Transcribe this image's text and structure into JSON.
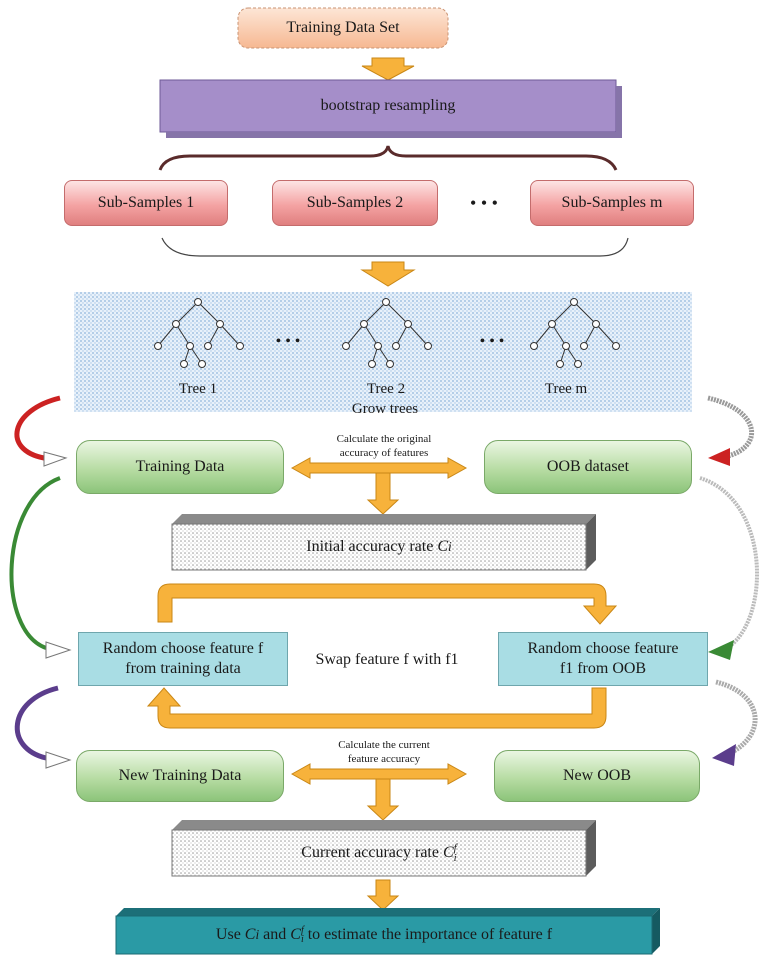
{
  "title_box": "Training Data Set",
  "bootstrap": "bootstrap resampling",
  "subsamples": [
    "Sub-Samples 1",
    "Sub-Samples 2",
    "Sub-Samples m"
  ],
  "dots": "• • •",
  "trees": [
    "Tree 1",
    "Tree 2",
    "Tree m"
  ],
  "tree_dots": "• • •",
  "grow": "Grow trees",
  "training_data": "Training Data",
  "oob_dataset": "OOB dataset",
  "calc_original": "Calculate the original accuracy of features",
  "initial_rate": "Initial accuracy rate",
  "initial_rate_var": "C",
  "initial_rate_sub": "i",
  "random_f": "Random choose feature f from training data",
  "swap": "Swap feature f with f1",
  "random_f1": "Random choose feature f1 from OOB",
  "calc_current": "Calculate the current feature accuracy",
  "new_training": "New Training Data",
  "new_oob": "New OOB",
  "current_rate": "Current accuracy rate",
  "current_rate_var": "C",
  "current_rate_sub": "i",
  "current_rate_sup": "f",
  "final_use": "Use",
  "final_and": "and",
  "final_rest": "to estimate the importance of feature f",
  "colors": {
    "peach": "#f9c9a8",
    "purple": "#a58ec9",
    "orange": "#f7b23b",
    "teal": "#2a9aa5",
    "dotted_blue": "#b9d3ea"
  }
}
